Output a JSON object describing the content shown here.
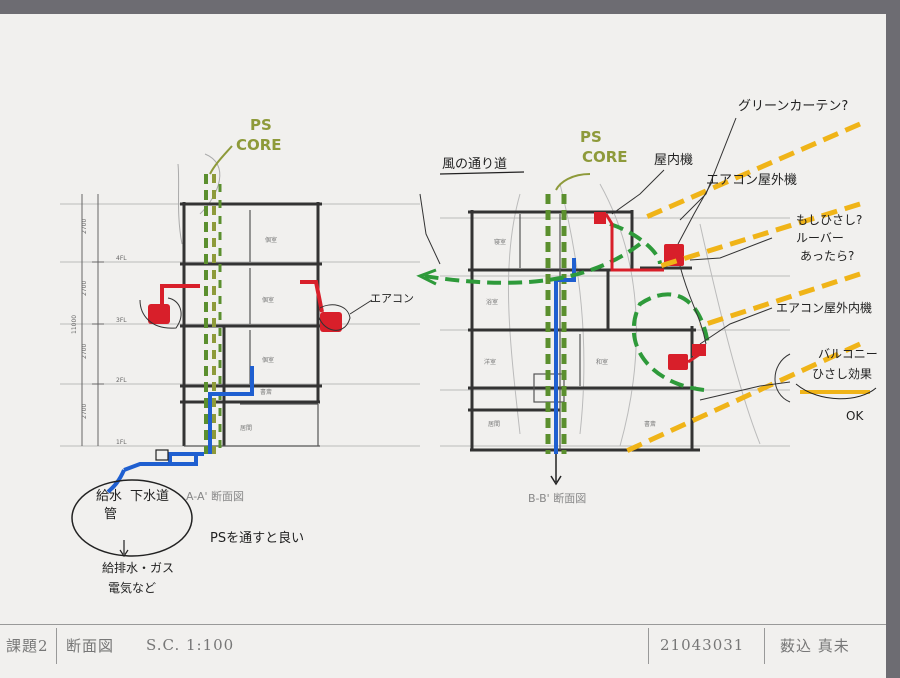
{
  "left_section": {
    "core_label_line1": "PS",
    "core_label_line2": "CORE",
    "caption": "A-A' 断面図",
    "pipe_label_1": "給水",
    "pipe_label_2": "管",
    "pipe_label_3": "下水道",
    "note_ps": "PSを通すと良い",
    "note_items_1": "給排水・ガス",
    "note_items_2": "電気など",
    "aircon_label": "エアコン",
    "room_labels": [
      "個室",
      "個室",
      "個室",
      "書斎",
      "居間"
    ],
    "level_labels": [
      "4FL",
      "3FL",
      "2FL",
      "1FL"
    ],
    "dim_labels": [
      "2700",
      "2700",
      "2700",
      "2700",
      "11000"
    ]
  },
  "right_section": {
    "core_label_line1": "PS",
    "core_label_line2": "CORE",
    "caption": "B-B' 断面図",
    "wind_label": "風の通り道",
    "note_green_curtain": "グリーンカーテン?",
    "note_roof_machine": "屋内機",
    "note_aircon_outdoor": "エアコン屋外機",
    "note_louver_1": "もしひさし?",
    "note_louver_2": "ルーバー",
    "note_louver_3": "あったら?",
    "note_aircon_outdoor_2": "エアコン屋外内機",
    "note_balcony_1": "バルコニー",
    "note_balcony_2": "ひさし効果",
    "note_ok": "OK",
    "room_labels": [
      "寝室",
      "浴室",
      "洋室",
      "和室",
      "居間",
      "書斎"
    ]
  },
  "title_block": {
    "course": "課題2",
    "drawing_name": "断面図",
    "scale": "S.C. 1:100",
    "student_id": "21043031",
    "student_name": "薮込 真未"
  },
  "colors": {
    "green": "#5b8f2e",
    "olive": "#8e9a3a",
    "blue": "#1f5fd0",
    "red": "#d81f2a",
    "yellow": "#f0b418",
    "ink": "#222222",
    "pencil": "#9a9a9a"
  }
}
